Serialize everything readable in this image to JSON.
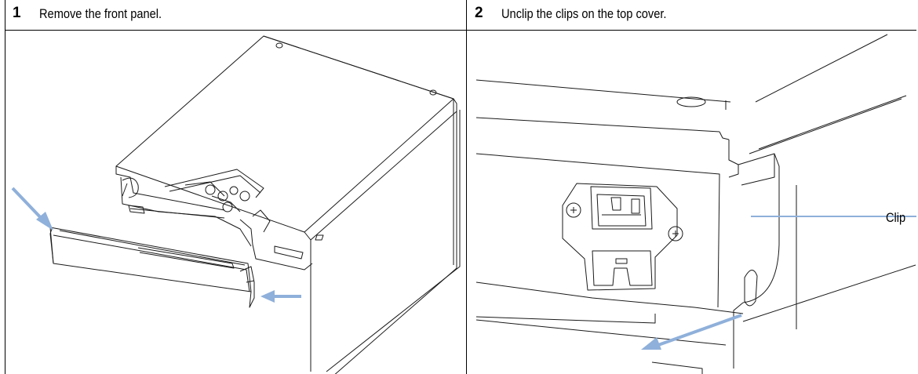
{
  "steps": [
    {
      "number": "1",
      "instruction": "Remove the front panel."
    },
    {
      "number": "2",
      "instruction": "Unclip the clips on the top cover."
    }
  ],
  "callouts": {
    "clip_label": "Clip"
  },
  "colors": {
    "arrow": "#8fb0da",
    "line": "#1a1a1a",
    "border": "#000000"
  },
  "icons": {
    "step1_illustration": "instrument-module-front-panel-removal",
    "step2_illustration": "power-inlet-top-cover-clip"
  }
}
